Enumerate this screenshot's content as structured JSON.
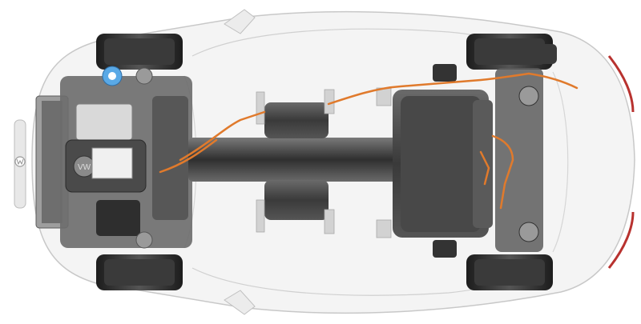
{
  "image": {
    "subject": "x-ray-top-view-electric-car-chassis",
    "logo_text": "VW"
  },
  "colors": {
    "background": "#ffffff",
    "body_outline": "#c9c9c9",
    "body_fill": "#f3f3f3",
    "glass": "#e8ecef",
    "tire": "#2a2a2a",
    "tire_tread": "#4a4a4a",
    "rim": "#9a9a9a",
    "chassis_dark": "#3d3d3d",
    "chassis_mid": "#5e5e5e",
    "chassis_light": "#8d8d8d",
    "metal": "#bdbdbd",
    "orange_cable": "#e07a2c",
    "blue_cap": "#5aa9e6",
    "taillight": "#b8322f"
  },
  "icons": [
    "car-body-outline",
    "wheel-icon",
    "battery-pack",
    "electric-motor",
    "high-voltage-cable",
    "vw-logo-icon"
  ]
}
